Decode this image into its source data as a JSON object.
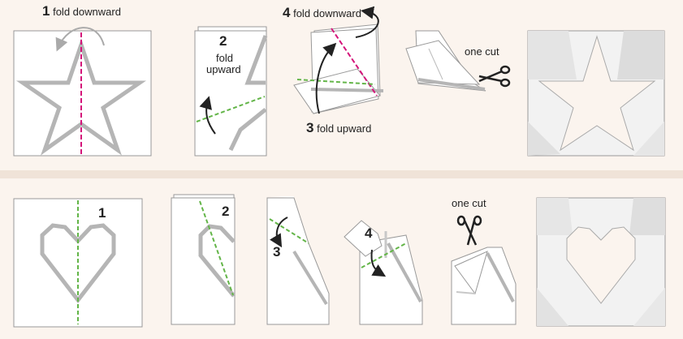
{
  "top_row": {
    "step1": {
      "number": "1",
      "text": "fold downward"
    },
    "step2": {
      "number": "2",
      "line1": "fold",
      "line2": "upward"
    },
    "step4": {
      "number": "4",
      "text": "fold downward"
    },
    "step3": {
      "number": "3",
      "text": "fold upward"
    },
    "cut_label": "one cut"
  },
  "bottom_row": {
    "step1": "1",
    "step2": "2",
    "step3": "3",
    "step4": "4",
    "cut_label": "one cut"
  },
  "colors": {
    "paper": "#ffffff",
    "paper_edge": "#9a9a9a",
    "outline": "#b5b5b5",
    "fold_magenta": "#d4147a",
    "fold_green": "#63b548",
    "background": "#fbf4ee"
  }
}
